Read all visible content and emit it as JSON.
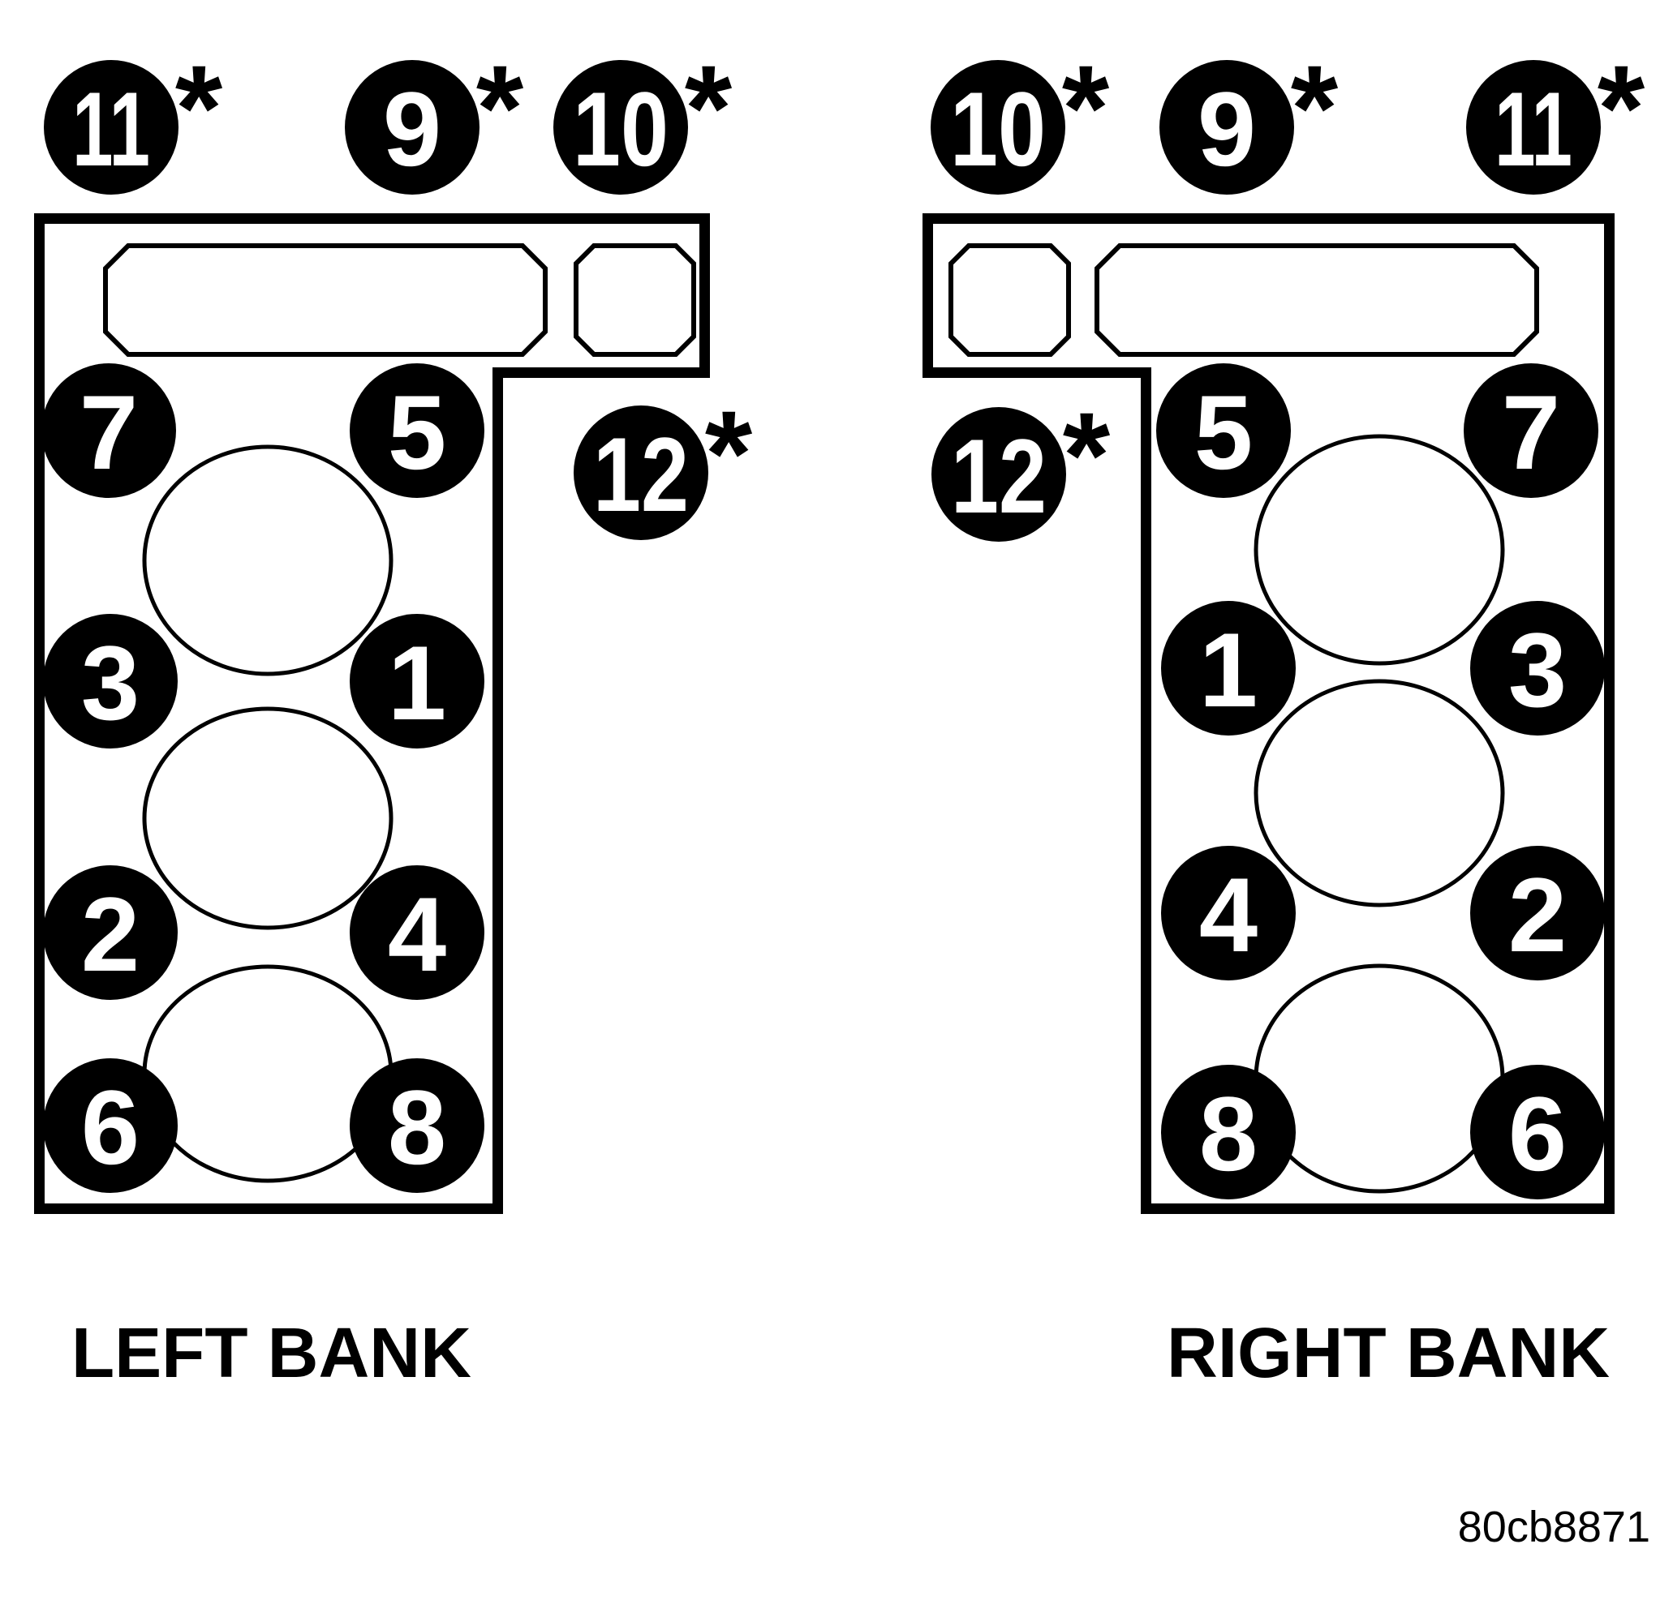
{
  "figure": {
    "asterisk": "*",
    "code": "80cb8871",
    "left_bank": {
      "label": "LEFT BANK",
      "bolts": [
        {
          "num": "11",
          "star": true
        },
        {
          "num": "9",
          "star": true
        },
        {
          "num": "10",
          "star": true
        },
        {
          "num": "7",
          "star": false
        },
        {
          "num": "5",
          "star": false
        },
        {
          "num": "12",
          "star": true
        },
        {
          "num": "3",
          "star": false
        },
        {
          "num": "1",
          "star": false
        },
        {
          "num": "2",
          "star": false
        },
        {
          "num": "4",
          "star": false
        },
        {
          "num": "6",
          "star": false
        },
        {
          "num": "8",
          "star": false
        }
      ]
    },
    "right_bank": {
      "label": "RIGHT BANK",
      "bolts": [
        {
          "num": "10",
          "star": true
        },
        {
          "num": "9",
          "star": true
        },
        {
          "num": "11",
          "star": true
        },
        {
          "num": "12",
          "star": true
        },
        {
          "num": "5",
          "star": false
        },
        {
          "num": "7",
          "star": false
        },
        {
          "num": "1",
          "star": false
        },
        {
          "num": "3",
          "star": false
        },
        {
          "num": "4",
          "star": false
        },
        {
          "num": "2",
          "star": false
        },
        {
          "num": "8",
          "star": false
        },
        {
          "num": "6",
          "star": false
        }
      ]
    }
  }
}
